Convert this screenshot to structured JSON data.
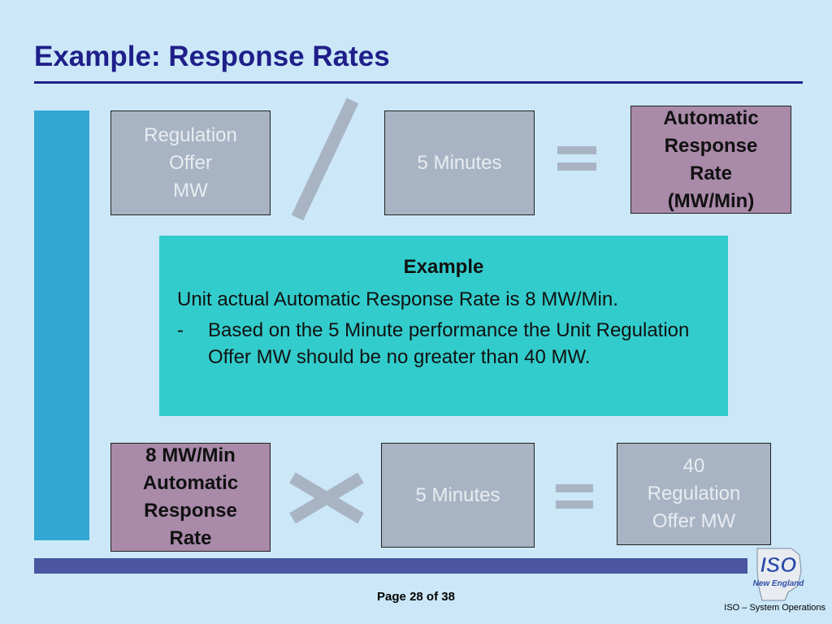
{
  "slide": {
    "title": "Example: Response Rates",
    "page_label": "Page 28 of 38",
    "footer": "ISO – System Operations"
  },
  "top_equation": {
    "left_box": "Regulation\nOffer\nMW",
    "operator": "divide",
    "middle_box": "5 Minutes",
    "equals": "equals",
    "result_box": "Automatic\nResponse\nRate\n(MW/Min)"
  },
  "example": {
    "heading": "Example",
    "line": "Unit actual Automatic Response Rate is 8 MW/Min.",
    "bullet_mark": "-",
    "bullet_text": "Based on the 5 Minute performance the Unit Regulation Offer MW should be no greater than 40 MW."
  },
  "bottom_equation": {
    "left_box": "8 MW/Min\nAutomatic\nResponse\nRate",
    "operator": "multiply",
    "middle_box": "5 Minutes",
    "equals": "equals",
    "result_box": "40\nRegulation\nOffer MW"
  },
  "logo": {
    "text_top": "ISO",
    "text_bottom": "New England"
  },
  "colors": {
    "background": "#cce8f8",
    "title": "#1f1f8a",
    "gray_box": "#a8b4c4",
    "gray_text": "#e8ecf0",
    "purple_box": "#a98aa9",
    "example_panel": "#33cccc",
    "left_bar": "#33a7d4",
    "bottom_bar": "#4a56a0"
  }
}
